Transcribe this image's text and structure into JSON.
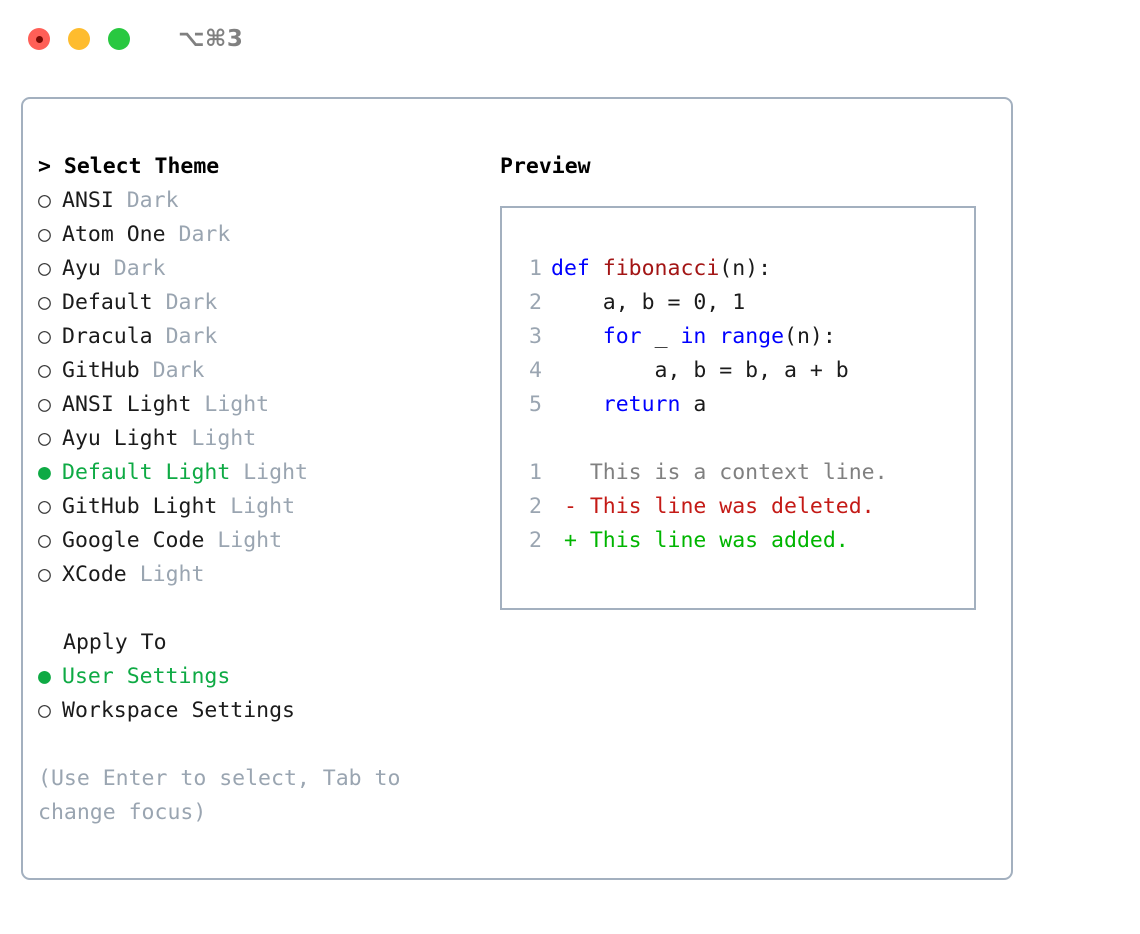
{
  "titlebar": {
    "lights": [
      {
        "name": "close",
        "color": "#ff5f57"
      },
      {
        "name": "minimize",
        "color": "#febc2e"
      },
      {
        "name": "zoom",
        "color": "#28c840"
      }
    ],
    "title": "⌥⌘3"
  },
  "theme_picker": {
    "header": "> Select Theme",
    "marker_selected": "●",
    "marker_unselected": "○",
    "items": [
      {
        "marker": "○",
        "name": "ANSI",
        "category": "Dark",
        "selected": false
      },
      {
        "marker": "○",
        "name": "Atom One",
        "category": "Dark",
        "selected": false
      },
      {
        "marker": "○",
        "name": "Ayu",
        "category": "Dark",
        "selected": false
      },
      {
        "marker": "○",
        "name": "Default",
        "category": "Dark",
        "selected": false
      },
      {
        "marker": "○",
        "name": "Dracula",
        "category": "Dark",
        "selected": false
      },
      {
        "marker": "○",
        "name": "GitHub",
        "category": "Dark",
        "selected": false
      },
      {
        "marker": "○",
        "name": "ANSI Light",
        "category": "Light",
        "selected": false
      },
      {
        "marker": "○",
        "name": "Ayu Light",
        "category": "Light",
        "selected": false
      },
      {
        "marker": "●",
        "name": "Default Light",
        "category": "Light",
        "selected": true
      },
      {
        "marker": "○",
        "name": "GitHub Light",
        "category": "Light",
        "selected": false
      },
      {
        "marker": "○",
        "name": "Google Code",
        "category": "Light",
        "selected": false
      },
      {
        "marker": "○",
        "name": "XCode",
        "category": "Light",
        "selected": false
      }
    ]
  },
  "apply_to": {
    "header": "Apply To",
    "options": [
      {
        "marker": "●",
        "label": "User Settings",
        "selected": true
      },
      {
        "marker": "○",
        "label": "Workspace Settings",
        "selected": false
      }
    ]
  },
  "hint": "(Use Enter to select, Tab to change focus)",
  "preview": {
    "title": "Preview",
    "code_lines": [
      {
        "num": "1",
        "tokens": [
          {
            "t": "def ",
            "c": "kw"
          },
          {
            "t": "fibonacci",
            "c": "fn"
          },
          {
            "t": "(n):",
            "c": "pl"
          }
        ]
      },
      {
        "num": "2",
        "tokens": [
          {
            "t": "    a, b = 0, 1",
            "c": "pl"
          }
        ]
      },
      {
        "num": "3",
        "tokens": [
          {
            "t": "    ",
            "c": "pl"
          },
          {
            "t": "for",
            "c": "kw"
          },
          {
            "t": " _ ",
            "c": "pl"
          },
          {
            "t": "in",
            "c": "kw"
          },
          {
            "t": " ",
            "c": "pl"
          },
          {
            "t": "range",
            "c": "kw"
          },
          {
            "t": "(n):",
            "c": "pl"
          }
        ]
      },
      {
        "num": "4",
        "tokens": [
          {
            "t": "        a, b = b, a + b",
            "c": "pl"
          }
        ]
      },
      {
        "num": "5",
        "tokens": [
          {
            "t": "    ",
            "c": "pl"
          },
          {
            "t": "return",
            "c": "kw"
          },
          {
            "t": " a",
            "c": "pl"
          }
        ]
      }
    ],
    "diff_lines": [
      {
        "num": "1",
        "tokens": [
          {
            "t": "   This is a context line.",
            "c": "ctx"
          }
        ]
      },
      {
        "num": "2",
        "tokens": [
          {
            "t": " - This line was deleted.",
            "c": "del"
          }
        ]
      },
      {
        "num": "2",
        "tokens": [
          {
            "t": " + This line was added.",
            "c": "add"
          }
        ]
      }
    ]
  },
  "colors": {
    "accent_green": "#0eaa44",
    "muted": "#9aa5b1",
    "border": "#a3b0bf",
    "keyword": "#0000ff",
    "function": "#a31515",
    "diff_deleted": "#c41a16",
    "diff_added": "#00b500"
  }
}
